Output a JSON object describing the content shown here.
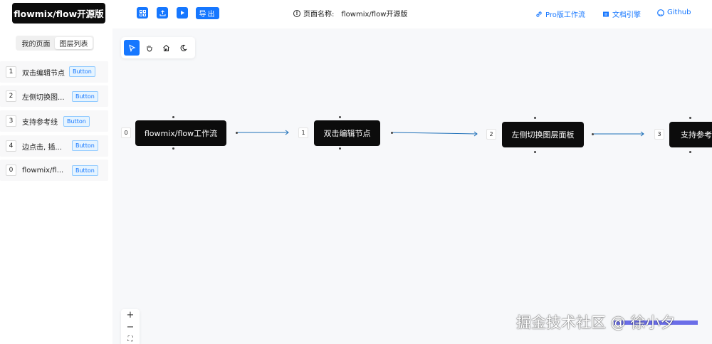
{
  "header": {
    "brand": "flowmix/flow开源版",
    "export_label": "导出",
    "page_name_label": "页面名称:",
    "page_name_value": "flowmix/flow开源版",
    "links": [
      {
        "label": "Pro版工作流",
        "icon": "link-icon"
      },
      {
        "label": "文档引擎",
        "icon": "doc-icon"
      },
      {
        "label": "Github",
        "icon": "github-icon"
      }
    ],
    "toolbar_icons": [
      "grid-icon",
      "upload-icon",
      "play-icon"
    ]
  },
  "sidebar": {
    "tabs": [
      {
        "label": "我的页面",
        "active": false
      },
      {
        "label": "图层列表",
        "active": true
      }
    ],
    "layers": [
      {
        "index": "1",
        "label": "双击编辑节点",
        "button": "Button"
      },
      {
        "index": "2",
        "label": "左侧切换图...",
        "button": "Button"
      },
      {
        "index": "3",
        "label": "支持参考线",
        "button": "Button"
      },
      {
        "index": "4",
        "label": "边点击, 插...",
        "button": "Button"
      },
      {
        "index": "0",
        "label": "flowmix/fl...",
        "button": "Button"
      }
    ]
  },
  "canvas": {
    "tools": [
      "pointer-icon",
      "hand-icon",
      "home-icon",
      "moon-icon"
    ],
    "nodes": [
      {
        "index": "0",
        "label": "flowmix/flow工作流"
      },
      {
        "index": "1",
        "label": "双击编辑节点"
      },
      {
        "index": "2",
        "label": "左侧切换图层面板"
      },
      {
        "index": "3",
        "label": "支持参考线"
      }
    ],
    "zoom": [
      "+",
      "−",
      "⛶"
    ]
  },
  "watermark": "掘金技术社区 @ 徐小夕",
  "colors": {
    "accent": "#1677ff",
    "node_bg": "#0c0c0c",
    "canvas_bg": "#f7f8fa"
  }
}
